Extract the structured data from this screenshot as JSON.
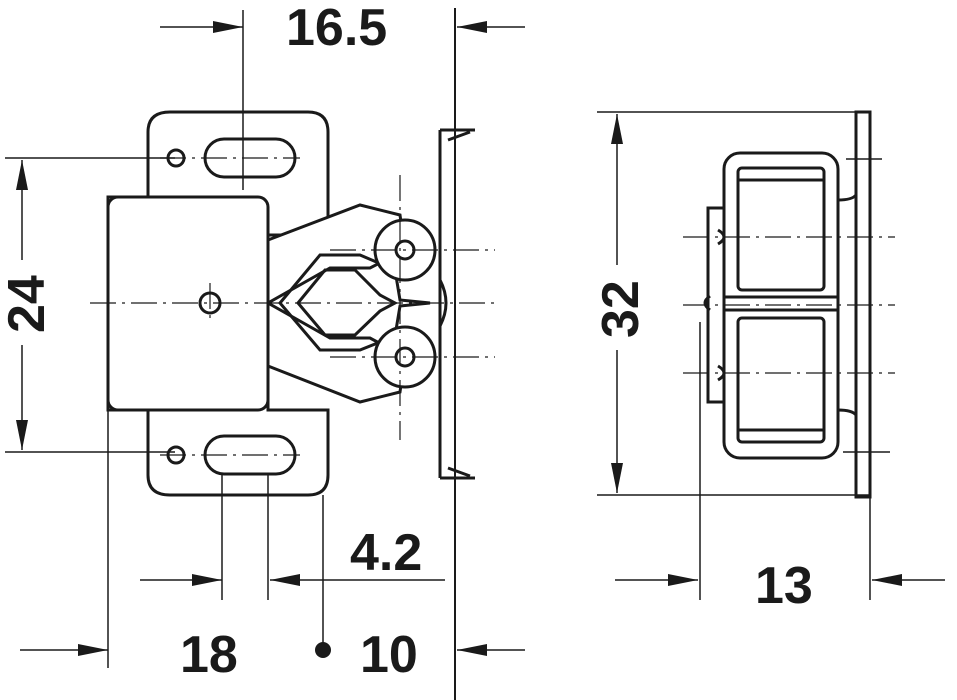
{
  "title": "Roller catch dimension drawing",
  "dimensions": {
    "top_width": "16.5",
    "hole_spacing_vertical": "24",
    "offset_small": "4.2",
    "bottom_left": "18",
    "bottom_right": "10",
    "side_height": "32",
    "side_depth": "13"
  },
  "colors": {
    "line": "#1a1a1a",
    "background": "#ffffff"
  }
}
